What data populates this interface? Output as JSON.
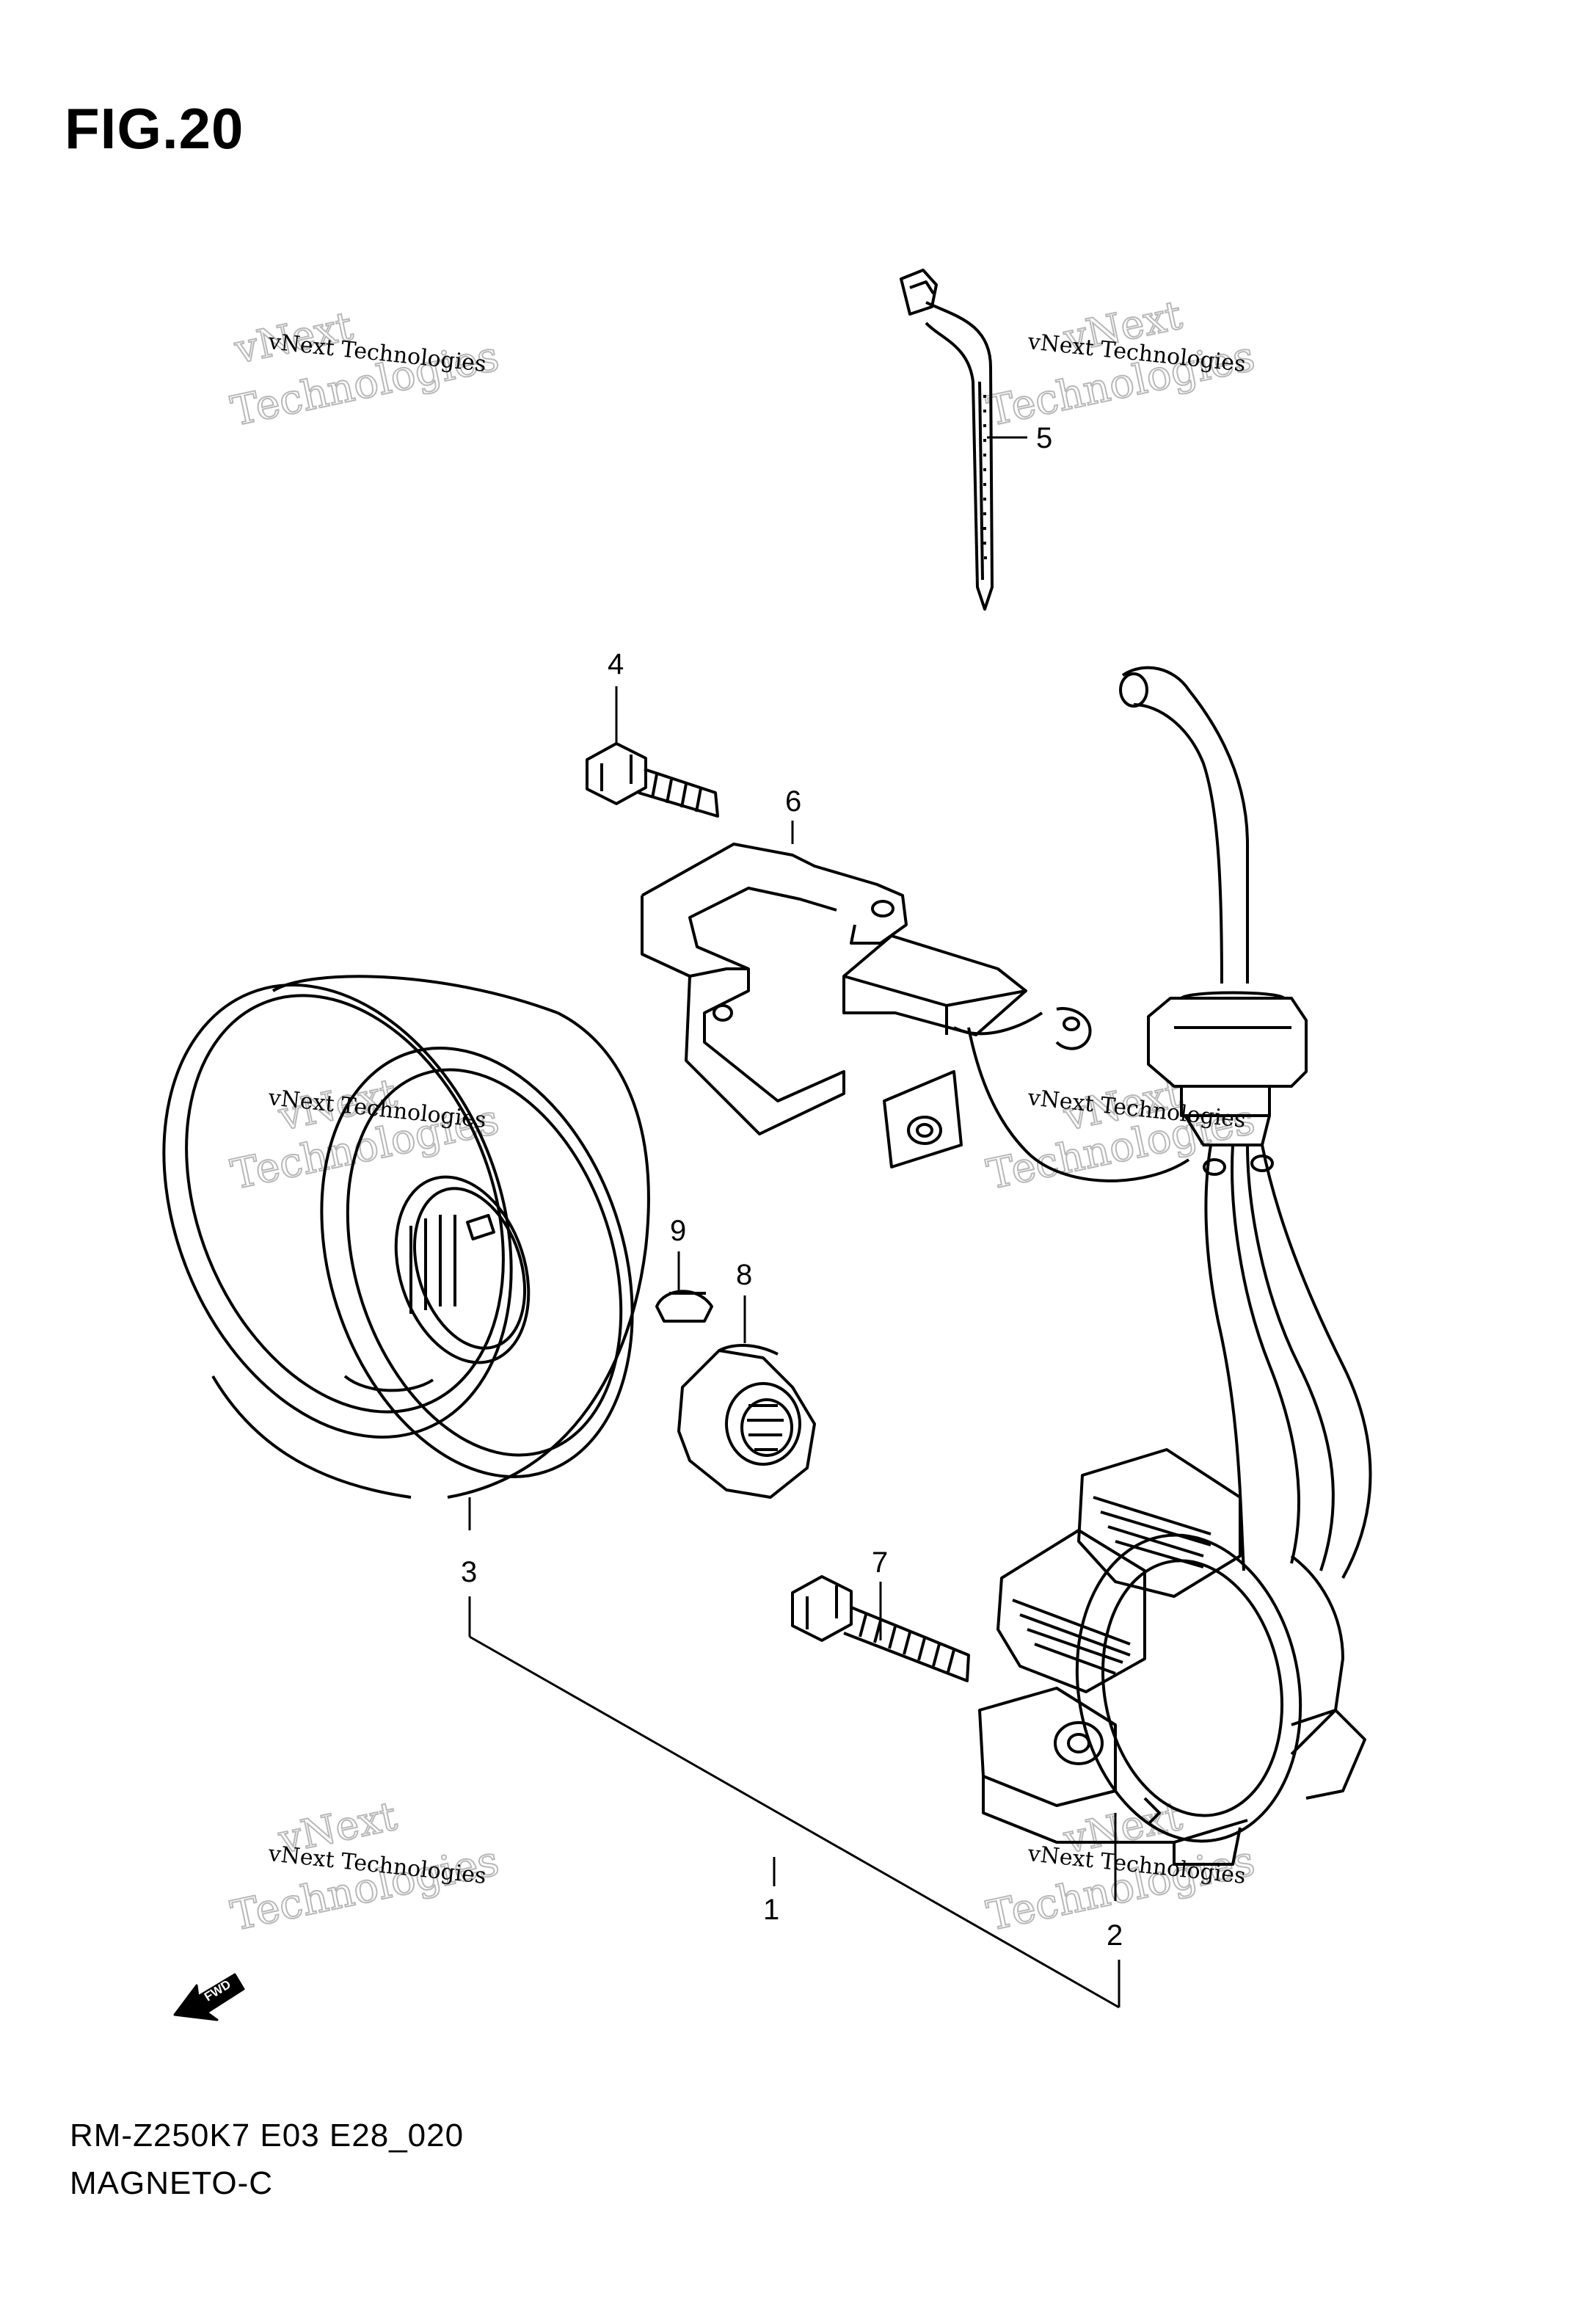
{
  "figure": {
    "title": "FIG.20",
    "model_code": "RM-Z250K7 E03 E28_020",
    "section_name": "MAGNETO-C"
  },
  "callouts": [
    "1",
    "2",
    "3",
    "4",
    "5",
    "6",
    "7",
    "8",
    "9"
  ],
  "fwd_badge": "FWD",
  "watermark": {
    "line_small": "vNext Technologies",
    "line_large_1": "vNext",
    "line_large_2": "Technologies"
  },
  "colors": {
    "ink": "#000000",
    "watermark": "#bdbdbd",
    "background": "#ffffff"
  }
}
